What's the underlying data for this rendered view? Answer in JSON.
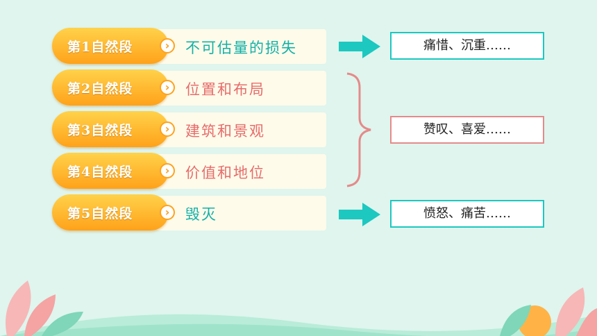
{
  "rows": [
    {
      "label": "第1自然段",
      "content": "不可估量的损失"
    },
    {
      "label": "第2自然段",
      "content": "位置和布局"
    },
    {
      "label": "第3自然段",
      "content": "建筑和景观"
    },
    {
      "label": "第4自然段",
      "content": "价值和地位"
    },
    {
      "label": "第5自然段",
      "content": "毁灭"
    }
  ],
  "feelings": [
    {
      "text": "痛惜、沉重……"
    },
    {
      "text": "赞叹、喜爱……"
    },
    {
      "text": "愤怒、痛苦……"
    }
  ],
  "colors": {
    "teal": "#1cc8c0",
    "pink": "#e58a8a",
    "content_teal": "#12b0a8",
    "content_pink": "#e66c6c",
    "pill_orange": "#ffa21a",
    "background": "#dff5ee"
  },
  "icons": {
    "row_chevron": "chevron-right-icon",
    "arrow": "arrow-right-icon",
    "brace": "right-curly-brace"
  }
}
